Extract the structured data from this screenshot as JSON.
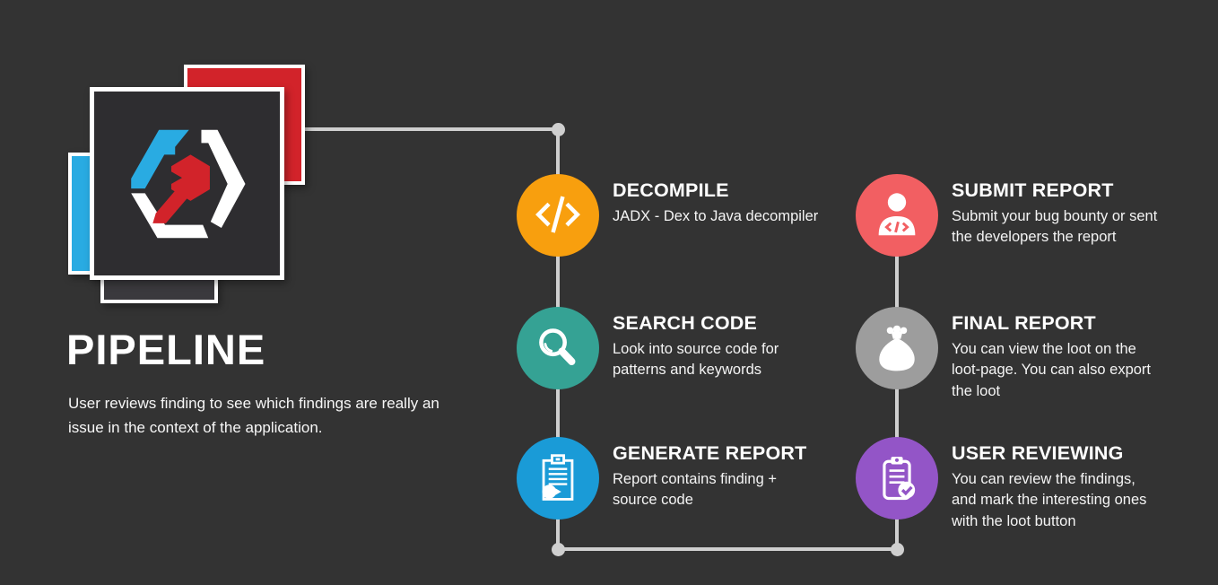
{
  "colors": {
    "background": "#333333",
    "connector": "#CFCFCF",
    "logo_cyan": "#29ABE2",
    "logo_red": "#D2232A",
    "logo_square_fill": "#2E2D30",
    "text": "#FFFFFF"
  },
  "intro": {
    "title": "PIPELINE",
    "description": "User reviews finding to see which findings are really an\nissue in the context of the application."
  },
  "steps": [
    {
      "title": "DECOMPILE",
      "description": "JADX - Dex to Java decompiler",
      "color": "#F89F0E",
      "icon": "code-icon"
    },
    {
      "title": "SEARCH CODE",
      "description": "Look into source code for\npatterns and keywords",
      "color": "#35A294",
      "icon": "magnifier-icon"
    },
    {
      "title": "GENERATE REPORT",
      "description": "Report contains finding +\nsource code",
      "color": "#1A9BD7",
      "icon": "report-pie-icon"
    },
    {
      "title": "SUBMIT REPORT",
      "description": "Submit your bug bounty or sent\nthe developers the report",
      "color": "#F25F62",
      "icon": "person-code-icon"
    },
    {
      "title": "FINAL REPORT",
      "description": "You can view the loot on the\nloot-page. You can also export\nthe loot",
      "color": "#9D9D9D",
      "icon": "loot-bag-icon"
    },
    {
      "title": "USER REVIEWING",
      "description": "You can review the findings,\nand mark the interesting ones\nwith the loot button",
      "color": "#9355C7",
      "icon": "clipboard-check-icon"
    }
  ]
}
